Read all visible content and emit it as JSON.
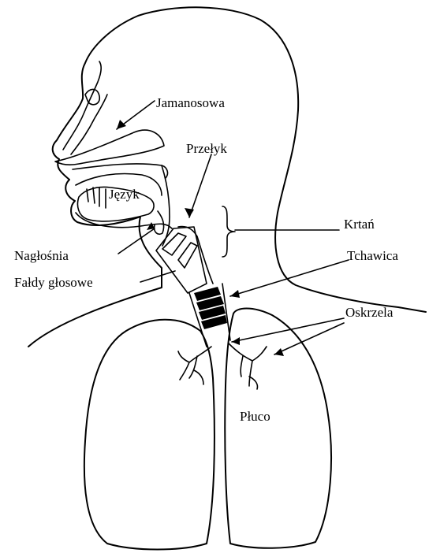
{
  "labels": {
    "nasal_cavity": "Jamanosowa",
    "pharynx": "Przełyk",
    "tongue": "Język",
    "larynx": "Krtań",
    "epiglottis": "Nagłośnia",
    "trachea": "Tchawica",
    "vocal_folds": "Fałdy głosowe",
    "bronchi": "Oskrzela",
    "lung": "Płuco"
  },
  "colors": {
    "ink": "#000000",
    "paper": "#ffffff"
  }
}
